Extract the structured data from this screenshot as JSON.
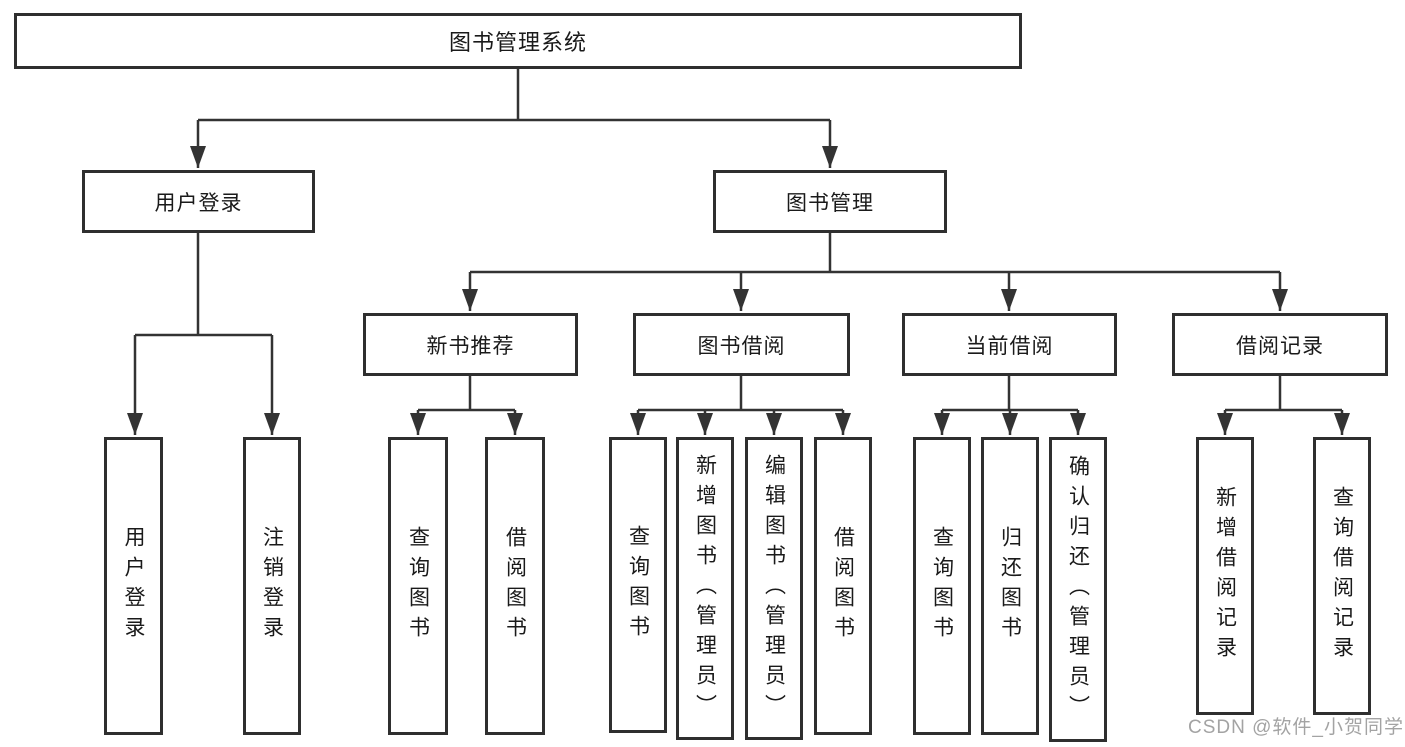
{
  "tree": {
    "label": "图书管理系统",
    "children": [
      {
        "label": "用户登录",
        "children": [
          {
            "label": "用户登录"
          },
          {
            "label": "注销登录"
          }
        ]
      },
      {
        "label": "图书管理",
        "children": [
          {
            "label": "新书推荐",
            "children": [
              {
                "label": "查询图书"
              },
              {
                "label": "借阅图书"
              }
            ]
          },
          {
            "label": "图书借阅",
            "children": [
              {
                "label": "查询图书"
              },
              {
                "label": "新增图书（管理员）"
              },
              {
                "label": "编辑图书（管理员）"
              },
              {
                "label": "借阅图书"
              }
            ]
          },
          {
            "label": "当前借阅",
            "children": [
              {
                "label": "查询图书"
              },
              {
                "label": "归还图书"
              },
              {
                "label": "确认归还（管理员）"
              }
            ]
          },
          {
            "label": "借阅记录",
            "children": [
              {
                "label": "新增借阅记录"
              },
              {
                "label": "查询借阅记录"
              }
            ]
          }
        ]
      }
    ]
  },
  "watermark": {
    "text": "CSDN @软件_小贺同学"
  },
  "colors": {
    "line": "#333333",
    "box_border": "#2f2f2f",
    "text": "#1a1a1a",
    "watermark": "#9b9b9b",
    "background": "#ffffff"
  }
}
